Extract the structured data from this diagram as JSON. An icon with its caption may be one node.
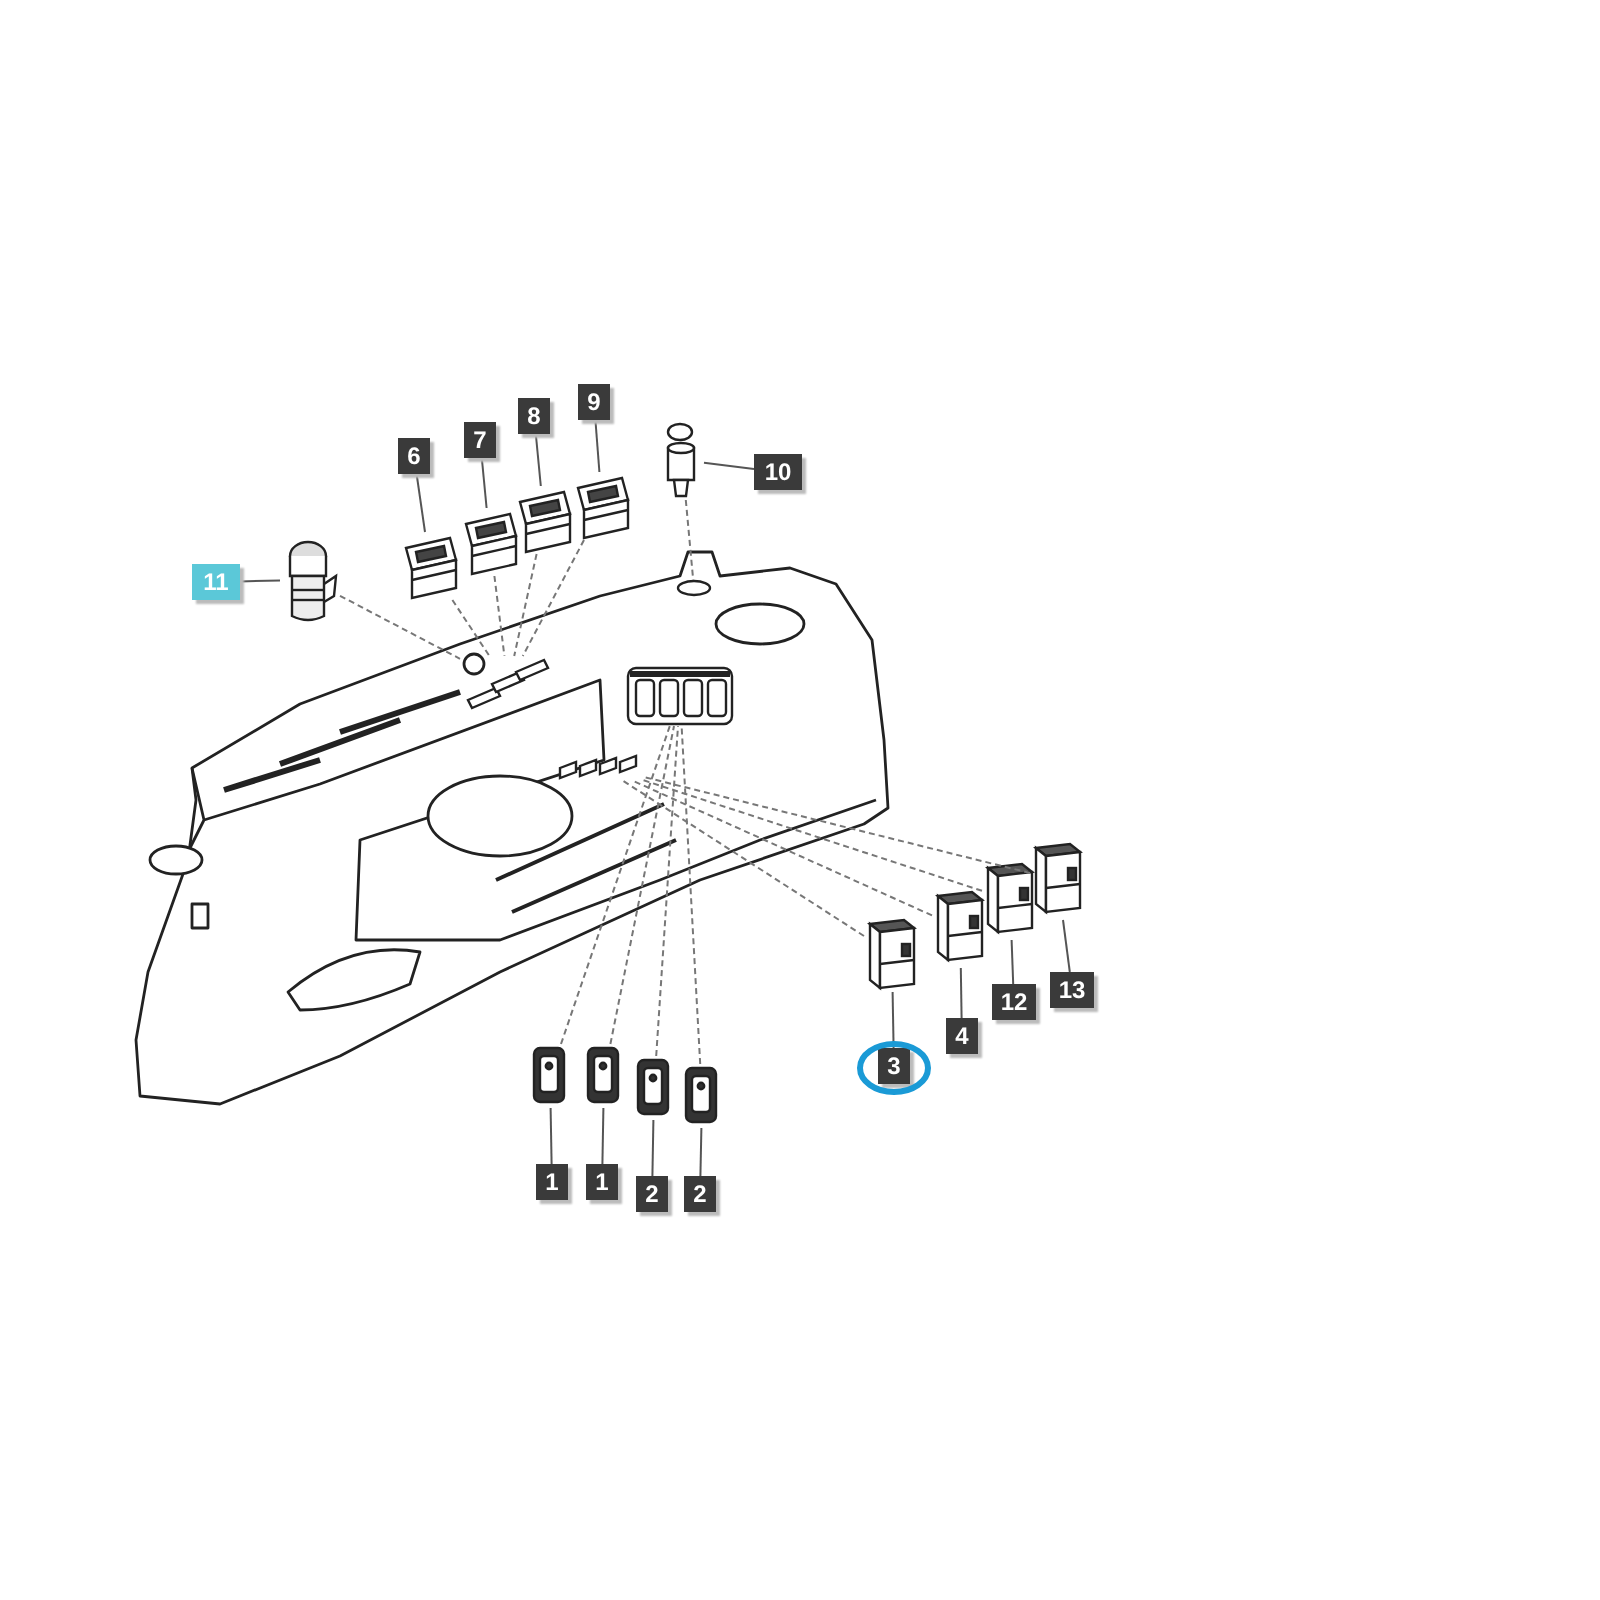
{
  "diagram": {
    "nodes": [
      {
        "text": [
          "6"
        ]
      },
      {
        "text": [
          "7"
        ]
      },
      {
        "text": [
          "8"
        ]
      },
      {
        "text": [
          "9"
        ]
      },
      {
        "text": [
          "10"
        ]
      },
      {
        "text": [
          "11"
        ]
      },
      {
        "text": [
          "3"
        ]
      },
      {
        "text": [
          "4"
        ]
      },
      {
        "text": [
          "12"
        ]
      },
      {
        "text": [
          "13"
        ]
      },
      {
        "text": [
          "1"
        ]
      },
      {
        "text": [
          "1"
        ]
      },
      {
        "text": [
          "2"
        ]
      },
      {
        "text": [
          "2"
        ]
      },
      {
        "text": [],
        "shape": "picture"
      },
      {
        "text": [],
        "shape": "picture"
      },
      {
        "text": [],
        "shape": "picture"
      },
      {
        "text": [],
        "shape": "picture"
      },
      {
        "text": [],
        "shape": "picture"
      },
      {
        "text": [],
        "shape": "picture"
      },
      {
        "text": [],
        "shape": "picture"
      },
      {
        "text": [],
        "shape": "picture"
      },
      {
        "text": [],
        "shape": "picture"
      },
      {
        "text": [],
        "shape": "picture"
      },
      {
        "text": [],
        "shape": "picture"
      },
      {
        "text": [],
        "shape": "picture"
      },
      {
        "text": [],
        "shape": "picture"
      },
      {
        "text": [],
        "shape": "picture"
      },
      {
        "text": [],
        "shape": "picture"
      },
      {
        "text": [],
        "shape": "box",
        "in": 28
      },
      {
        "text": [],
        "shape": "box",
        "in": 28
      },
      {
        "text": [],
        "shape": "box",
        "in": 28
      },
      {
        "text": [],
        "shape": "box",
        "in": 28
      }
    ],
    "edges": [
      {
        "from": 0,
        "to": 14,
        "arrow": "none"
      },
      {
        "from": 1,
        "to": 15,
        "arrow": "none"
      },
      {
        "from": 2,
        "to": 16,
        "arrow": "none"
      },
      {
        "from": 3,
        "to": 17,
        "arrow": "none"
      },
      {
        "from": 4,
        "to": 18,
        "arrow": "none"
      },
      {
        "from": 5,
        "to": 19,
        "arrow": "none"
      },
      {
        "from": 6,
        "to": 20,
        "arrow": "none"
      },
      {
        "from": 7,
        "to": 21,
        "arrow": "none"
      },
      {
        "from": 8,
        "to": 22,
        "arrow": "none"
      },
      {
        "from": 9,
        "to": 23,
        "arrow": "none"
      },
      {
        "from": 10,
        "to": 24,
        "arrow": "none"
      },
      {
        "from": 11,
        "to": 25,
        "arrow": "none"
      },
      {
        "from": 12,
        "to": 26,
        "arrow": "none"
      },
      {
        "from": 13,
        "to": 27,
        "arrow": "none"
      },
      {
        "from": 14,
        "to": 31,
        "arrow": "none",
        "style": "dashed"
      },
      {
        "from": 15,
        "to": 31,
        "arrow": "none",
        "style": "dashed"
      },
      {
        "from": 16,
        "to": 31,
        "arrow": "none",
        "style": "dashed"
      },
      {
        "from": 17,
        "to": 31,
        "arrow": "none",
        "style": "dashed"
      },
      {
        "from": 19,
        "to": 31,
        "arrow": "none",
        "style": "dashed"
      },
      {
        "from": 18,
        "to": 32,
        "arrow": "none",
        "style": "dashed"
      },
      {
        "from": 20,
        "to": 30,
        "arrow": "none",
        "style": "dashed"
      },
      {
        "from": 21,
        "to": 30,
        "arrow": "none",
        "style": "dashed"
      },
      {
        "from": 22,
        "to": 30,
        "arrow": "none",
        "style": "dashed"
      },
      {
        "from": 23,
        "to": 30,
        "arrow": "none",
        "style": "dashed"
      },
      {
        "from": 24,
        "to": 29,
        "arrow": "none",
        "style": "dashed"
      },
      {
        "from": 25,
        "to": 29,
        "arrow": "none",
        "style": "dashed"
      },
      {
        "from": 26,
        "to": 29,
        "arrow": "none",
        "style": "dashed"
      },
      {
        "from": 27,
        "to": 29,
        "arrow": "none",
        "style": "dashed"
      }
    ]
  }
}
